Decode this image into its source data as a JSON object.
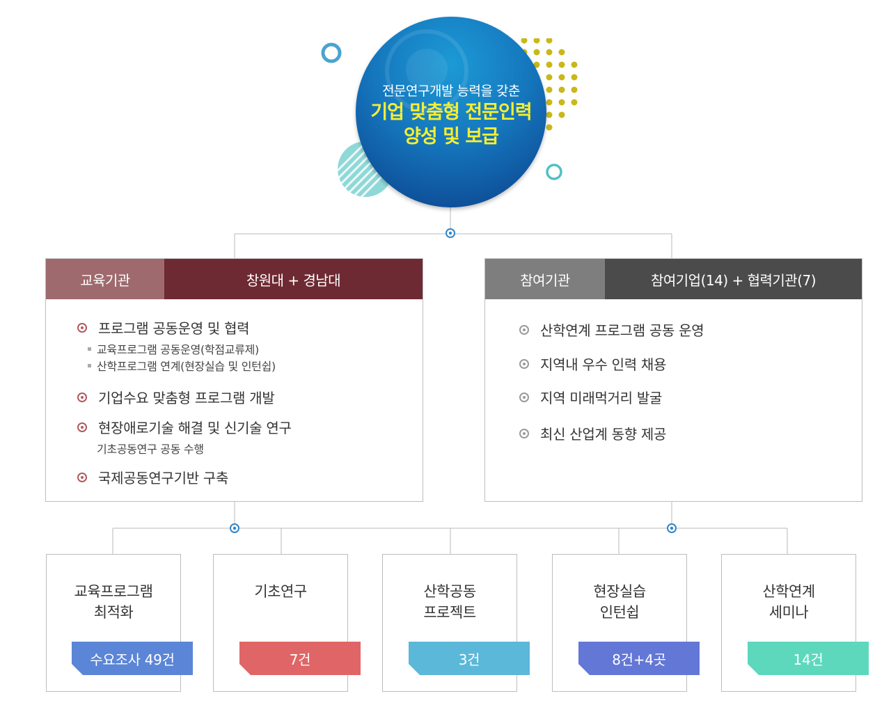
{
  "hero": {
    "subtitle": "전문연구개발 능력을 갖춘",
    "title_line1": "기업 맞춤형 전문인력",
    "title_line2": "양성 및 보급"
  },
  "left_group": {
    "label": "교육기관",
    "name": "창원대 + 경남대",
    "label_color": "#9e6a6e",
    "name_color": "#6e2a33",
    "items": [
      {
        "text": "프로그램 공동운영 및 협력",
        "subs": [
          "교육프로그램 공동운영(학점교류제)",
          "산학프로그램 연계(현장실습 및 인턴쉽)"
        ]
      },
      {
        "text": "기업수요 맞춤형 프로그램 개발"
      },
      {
        "text": "현장애로기술 해결 및 신기술 연구",
        "note": "기초공동연구 공동 수행"
      },
      {
        "text": "국제공동연구기반 구축"
      }
    ]
  },
  "right_group": {
    "label": "참여기관",
    "name": "참여기업(14) + 협력기관(7)",
    "label_color": "#7e7e7e",
    "name_color": "#4b4b4b",
    "items": [
      {
        "text": "산학연계 프로그램 공동 운영"
      },
      {
        "text": "지역내 우수 인력 채용"
      },
      {
        "text": "지역 미래먹거리 발굴"
      },
      {
        "text": "최신 산업계 동향 제공"
      }
    ]
  },
  "outcomes": [
    {
      "title": "교육프로그램\n최적화",
      "value": "수요조사 49건",
      "color": "#5b85d6"
    },
    {
      "title": "기초연구",
      "value": "7건",
      "color": "#e06566"
    },
    {
      "title": "산학공동\n프로젝트",
      "value": "3건",
      "color": "#5bb8d9"
    },
    {
      "title": "현장실습\n인턴쉽",
      "value": "8건+4곳",
      "color": "#6377d6"
    },
    {
      "title": "산학연계\n세미나",
      "value": "14건",
      "color": "#5dd8bd"
    }
  ]
}
